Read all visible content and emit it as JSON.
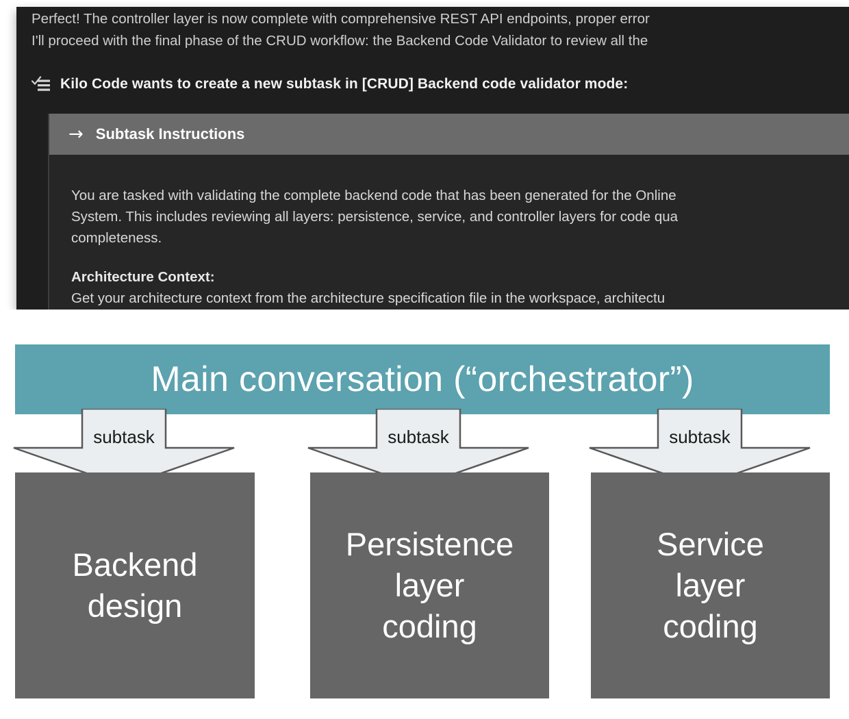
{
  "chat": {
    "intro_lines": [
      "Perfect! The controller layer is now complete with comprehensive REST API endpoints, proper error",
      "I'll proceed with the final phase of the CRUD workflow: the Backend Code Validator to review all the"
    ],
    "announcement": "Kilo Code wants to create a new subtask in [CRUD] Backend code validator mode:",
    "announcement_icon": "checklist-icon"
  },
  "instructions_card": {
    "header_icon": "arrow-right-icon",
    "header_arrow_glyph": "→",
    "header_title": "Subtask Instructions",
    "body_lines": [
      "You are tasked with validating the complete backend code that has been generated for the Online",
      "System. This includes reviewing all layers: persistence, service, and controller layers for code qua",
      "completeness."
    ],
    "section_heading": "Architecture Context:",
    "section_line": "Get your architecture context from the architecture specification file in the workspace, architectu"
  },
  "diagram": {
    "banner_label": "Main conversation (“orchestrator”)",
    "banner_color": "#5ca2af",
    "node_color": "#666666",
    "arrow_fill": "#eaeef0",
    "arrow_stroke": "#595959",
    "arrows": [
      {
        "label": "subtask"
      },
      {
        "label": "subtask"
      },
      {
        "label": "subtask"
      }
    ],
    "nodes": [
      {
        "label": "Backend\ndesign"
      },
      {
        "label": "Persistence\nlayer\ncoding"
      },
      {
        "label": "Service\nlayer\ncoding"
      }
    ]
  }
}
